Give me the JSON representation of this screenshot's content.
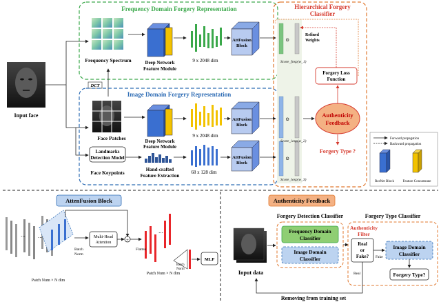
{
  "top": {
    "input_face": "Input face",
    "freq_section_title": "Frequency Domain Forgery Representation",
    "image_section_title": "Image Domain Forgery Representation",
    "hier_title_line1": "Hierarchical Forgery",
    "hier_title_line2": "Classifier",
    "frequency_spectrum": "Frequency Spectrum",
    "dct": "DCT",
    "deep_network_1": "Deep Network",
    "feature_module_1": "Feature Module",
    "dim_freq": "9 x 2048 dim",
    "attfusion_1a": "AttFusion",
    "attfusion_1b": "Block",
    "face_patches": "Face Patches",
    "deep_network_2": "Deep Network",
    "feature_module_2": "Feature Module",
    "dim_img": "9 x 2048 dim",
    "attfusion_2a": "AttFusion",
    "attfusion_2b": "Block",
    "landmarks_1": "Landmarks",
    "landmarks_2": "Detection Model",
    "face_keypoints": "Face Keypoints",
    "handcrafted_1": "Hand-crafted",
    "handcrafted_2": "Feature Extraction",
    "dim_kp": "68 x 128 dim",
    "attfusion_3a": "AttFusion",
    "attfusion_3b": "Block",
    "score_f": "Score_f",
    "score_i": "Score_i",
    "score_l": "Score_l",
    "exp_1": "exp(w_1)",
    "exp_2": "exp(w_2)",
    "exp_3": "exp(w_3)",
    "refined_1": "Refined",
    "refined_2": "Weights",
    "loss_1": "Forgery Loss",
    "loss_2": "Function",
    "authenticity_1": "Authenticity",
    "authenticity_2": "Feedback",
    "forgery_type_q": "Forgery Type ?",
    "legend_forward": "Forward propagation",
    "legend_backward": "Backward propagation",
    "legend_resnet": "ResNet Block",
    "legend_concat": "Feature Concatenate"
  },
  "bottom_left": {
    "title": "AttenFusion Block",
    "batch_norm_1": "Batch",
    "batch_norm_2": "Norm",
    "mha_1": "Multi-Head",
    "mha_2": "Attention",
    "flatten": "Flatten",
    "batch_norm2_1": "Batch",
    "batch_norm2_2": "Norm",
    "mlp": "MLP",
    "patch_label_1": "Patch Num × N dim",
    "patch_label_2": "Patch Num × N dim"
  },
  "bottom_right": {
    "title": "Authenticity Feedback",
    "forgery_detection_classifier": "Forgery Detection Classifier",
    "forgery_type_classifier": "Forgery Type Classifier",
    "freq_cls_1": "Frequency Domain",
    "freq_cls_2": "Classifier",
    "img_cls_1": "Image Domain",
    "img_cls_2": "Classifier",
    "auth_filter_1": "Authenticity",
    "auth_filter_2": "Filter",
    "real_or_fake_1": "Real",
    "real_or_fake_2": "or",
    "real_or_fake_3": "Fake?",
    "fake": "Fake",
    "real": "Real",
    "img_cls_r1": "Image Domain",
    "img_cls_r2": "Classifier",
    "forgery_type_q2": "Forgery Type?",
    "input_data": "Input data",
    "removing": "Removing from training set"
  },
  "colors": {
    "green": "#3aa84a",
    "blue": "#2f6db5",
    "orange": "#e0772e",
    "red": "#d63a2e",
    "yellow": "#f2c200",
    "cube_blue": "#3a6fd0",
    "bar_red": "#e8262a",
    "bar_blue": "#3a6fd0"
  }
}
